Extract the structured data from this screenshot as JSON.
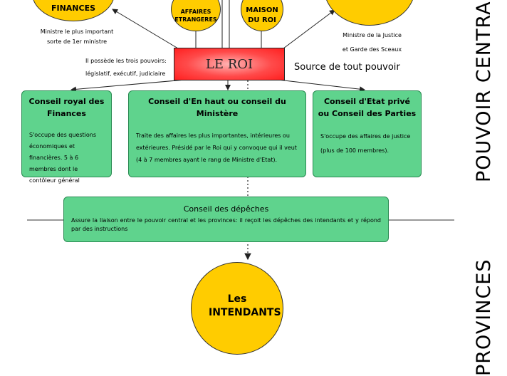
{
  "circles": {
    "finances": "FINANCES",
    "affaires": "AFFAIRES ETRANGERES",
    "maison": "MAISON DU ROI",
    "intendants": "Les INTENDANTS"
  },
  "notes": {
    "finances_line1": "Ministre le plus important",
    "finances_line2": "sorte de 1er ministre",
    "justice_line1": "Ministre de la Justice",
    "justice_line2": "et Garde des Sceaux",
    "pouvoirs_line1": "Il possède les trois pouvoirs:",
    "pouvoirs_line2": "législatif, exécutif, judiciaire"
  },
  "roi": {
    "label": "LE ROI",
    "source": "Source de tout pouvoir"
  },
  "conseils": {
    "finances": {
      "title": "Conseil royal des Finances",
      "body": "S'occupe des questions économiques et financières. 5 à 6 membres dont le contôleur général"
    },
    "en_haut": {
      "title": "Conseil d'En haut ou conseil du Ministère",
      "body": "Traite des affaires les plus importantes, intérieures ou extérieures. Présidé par le Roi qui y convoque qui il veut (4 à 7 membres ayant le rang de Ministre d'Etat)."
    },
    "etat_prive": {
      "title": "Conseil d'Etat privé ou Conseil des Parties",
      "body": "S'occupe des affaires de justice (plus de 100 membres)."
    },
    "depeches": {
      "title": "Conseil des dépêches",
      "body": "Assure la liaison entre le pouvoir central et les provinces: il reçoit les dépêches des intendants et y répond par des instructions"
    }
  },
  "side_labels": {
    "pouvoir_central": "POUVOIR CENTRAL",
    "provinces": "PROVINCES"
  },
  "colors": {
    "circle": "#ffcc00",
    "conseil_box": "#5fd38d",
    "roi_box": "#ff4a4a"
  }
}
